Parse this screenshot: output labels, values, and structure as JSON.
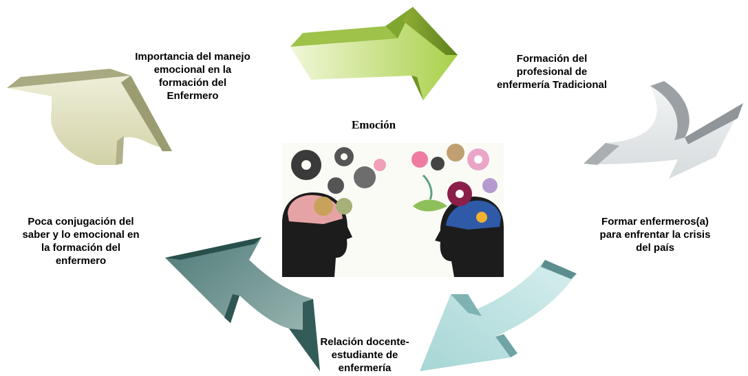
{
  "center": {
    "title": "Emoción",
    "image_icon": "brain-heads-gears-illustration"
  },
  "cycle": [
    {
      "id": "top-arrow",
      "text": "Formación del\nprofesional de\nenfermería Tradicional",
      "color": "#8ebd3e"
    },
    {
      "id": "right-arrow",
      "text": "Formar enfermeros(a)\npara enfrentar la crisis\ndel país",
      "color": "#c9cdcf"
    },
    {
      "id": "bottom-right-arrow",
      "text": "Relación docente-\nestudiante de\nenfermería",
      "color": "#9dcfd0"
    },
    {
      "id": "bottom-left-arrow",
      "text": "Poca conjugación del\nsaber y lo emocional en\nla formación del\nenfermero",
      "color": "#3f6c68"
    },
    {
      "id": "top-left-arrow",
      "text": "Importancia del manejo\nemocional en la\nformación del\nEnfermero",
      "color": "#d6d6b0"
    }
  ]
}
